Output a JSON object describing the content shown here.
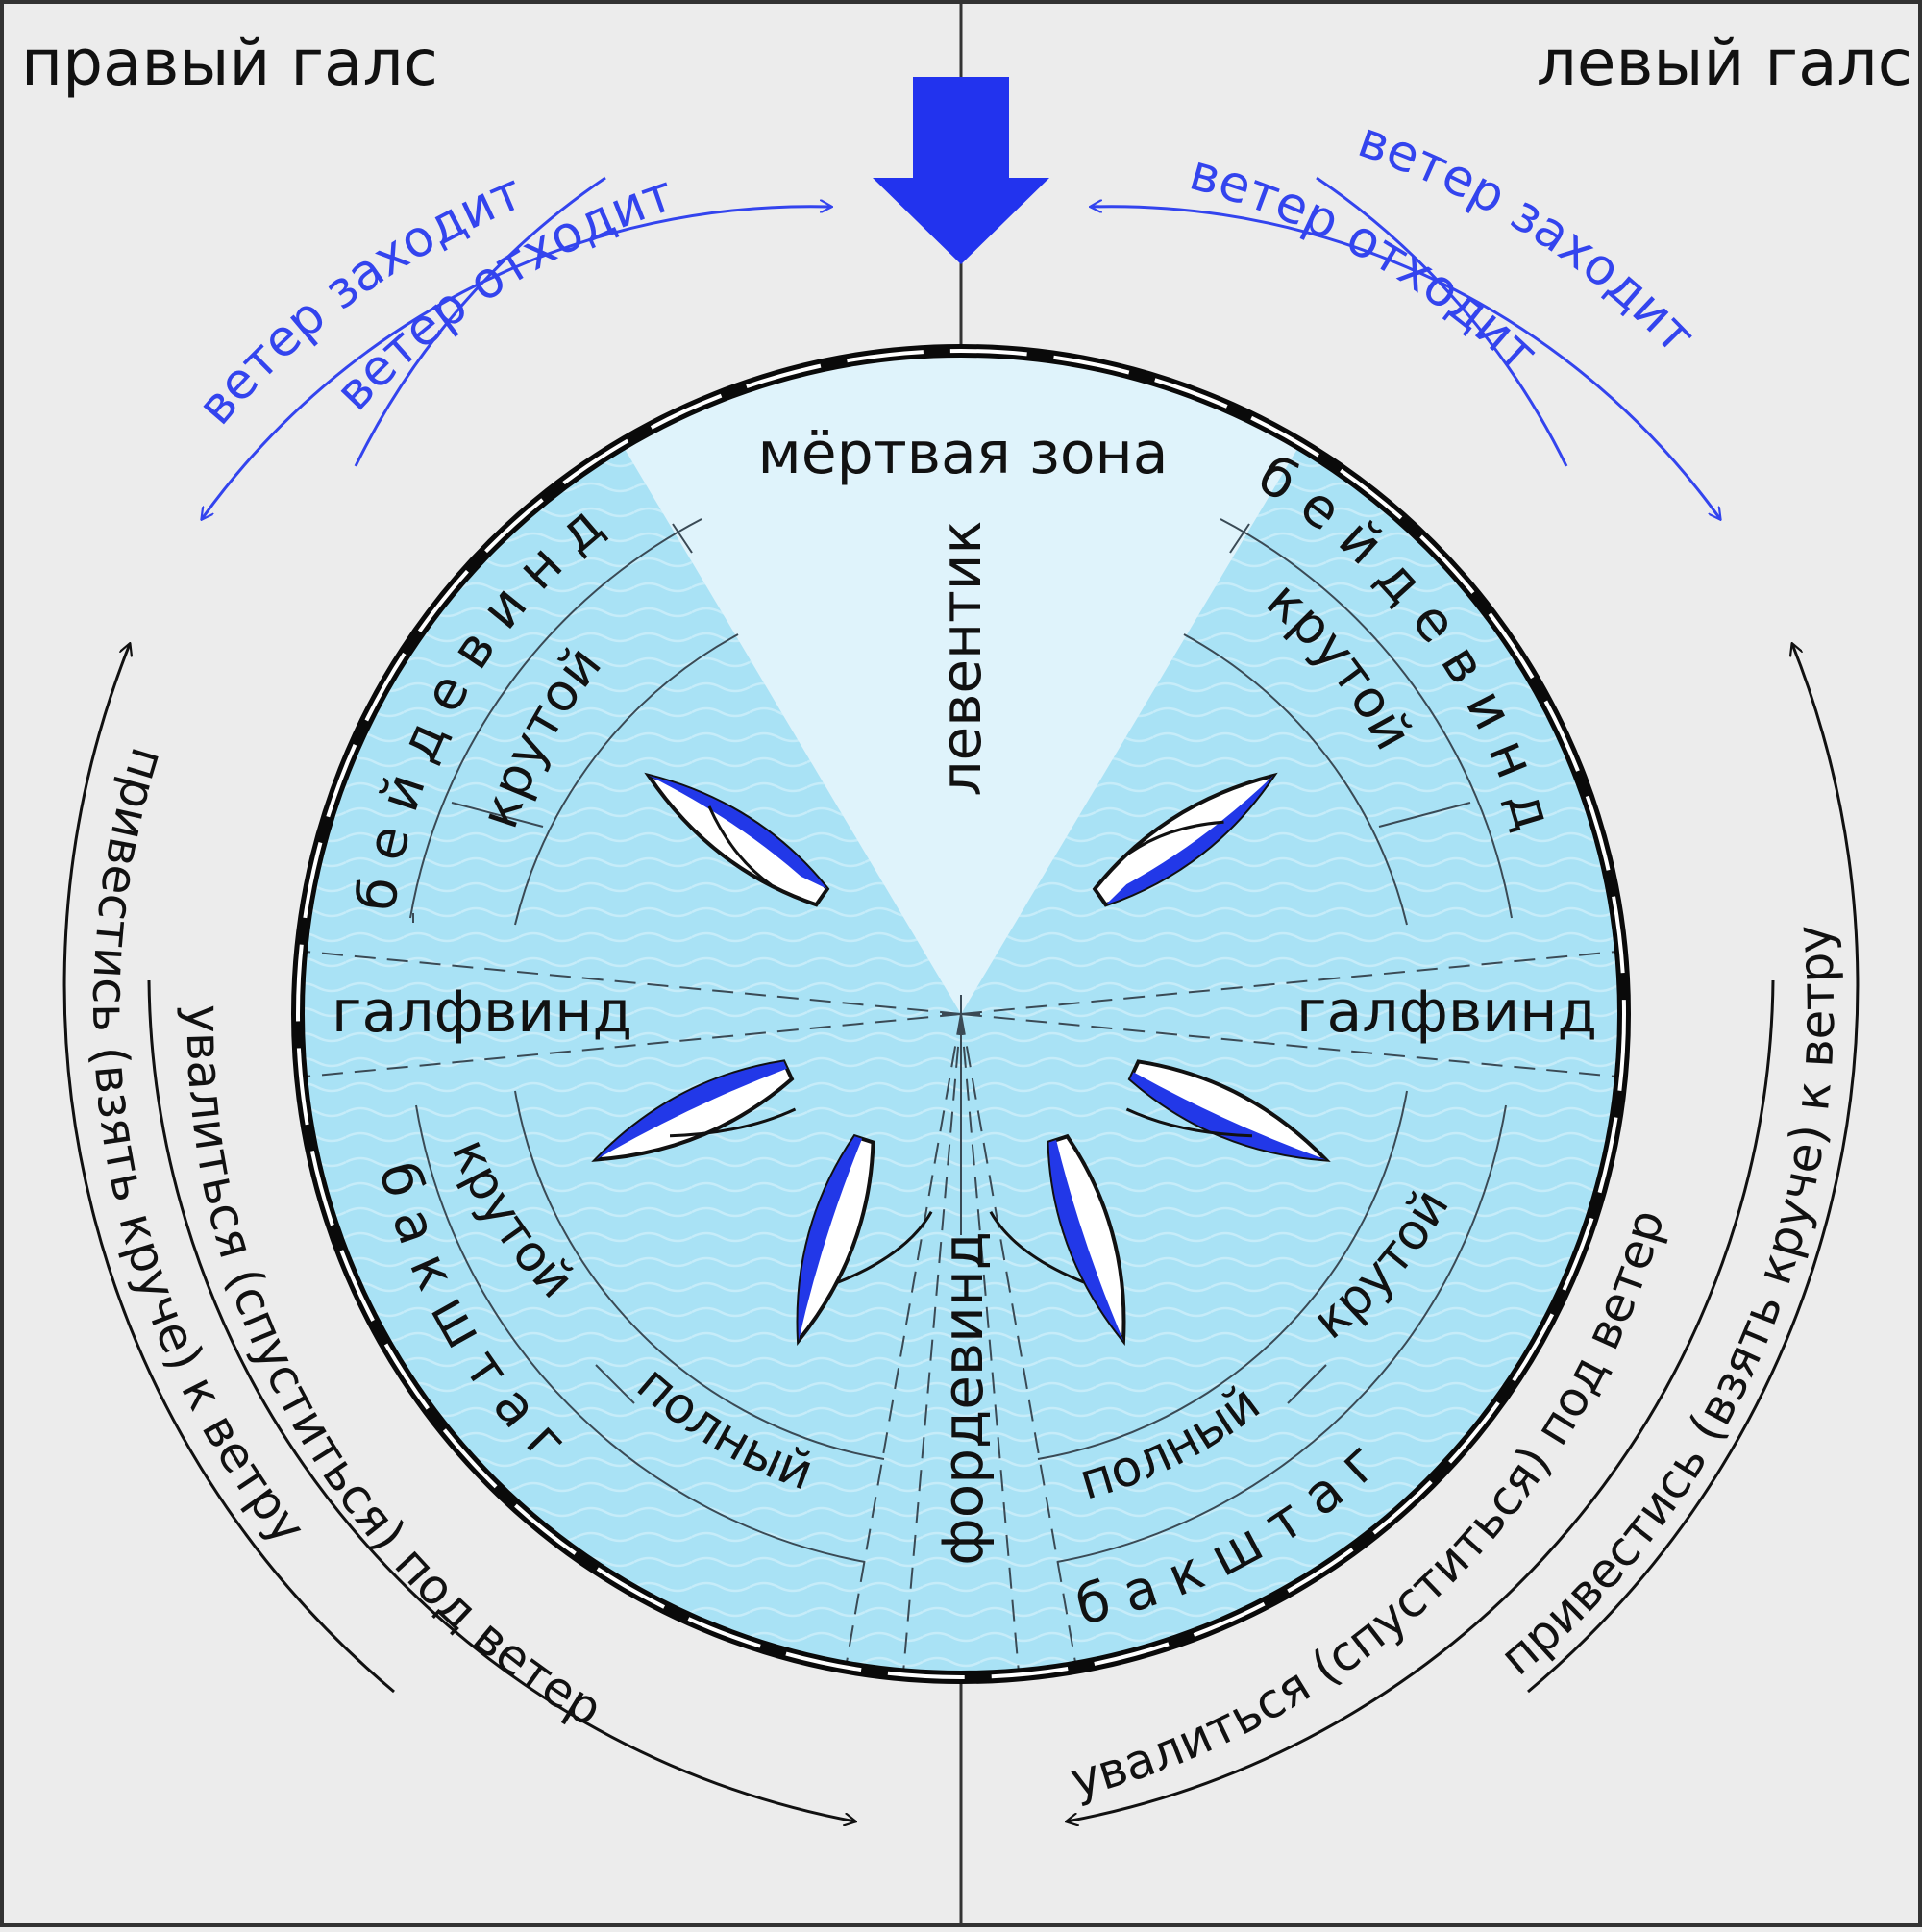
{
  "header": {
    "starboard_tack": "правый галс",
    "port_tack": "левый галс"
  },
  "wind_labels": {
    "wind_veers_in": "ветер заходит",
    "wind_backs_off": "ветер отходит"
  },
  "zones": {
    "dead_zone": "мёртвая зона",
    "in_irons": "левентик",
    "close_hauled": "б е й д е в и н д",
    "close_hauled_steep": "крутой",
    "beam_reach": "галфвинд",
    "broad_reach": "б а к ш т а г",
    "broad_reach_steep": "крутой",
    "broad_reach_full": "полный",
    "running": "фордевинд"
  },
  "maneuvers": {
    "bear_away": "увалиться (спуститься) под ветер",
    "head_up": "привестись (взять круче) к ветру"
  },
  "colors": {
    "water": "#a9e2f5",
    "dead_zone": "#dff3fb",
    "wind_arrow": "#2233ee",
    "sail": "#2238e8",
    "label_blue": "#3344ee",
    "background": "#ececec"
  }
}
